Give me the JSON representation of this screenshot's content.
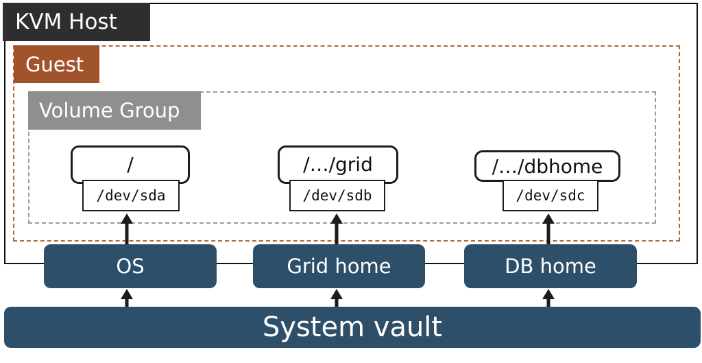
{
  "kvm_host": {
    "label": "KVM Host"
  },
  "guest": {
    "label": "Guest"
  },
  "volume_group": {
    "label": "Volume Group"
  },
  "columns": [
    {
      "mount": "/",
      "device": "/dev/sda",
      "home": "OS"
    },
    {
      "mount": "/…/grid",
      "device": "/dev/sdb",
      "home": "Grid home"
    },
    {
      "mount": "/…/dbhome",
      "device": "/dev/sdc",
      "home": "DB home"
    }
  ],
  "system_vault": {
    "label": "System vault"
  },
  "colors": {
    "kvm_tag": "#2e2e2e",
    "guest_accent": "#a1532b",
    "volume_group_tag": "#8f8f8f",
    "home_fill": "#2e4f6a"
  }
}
